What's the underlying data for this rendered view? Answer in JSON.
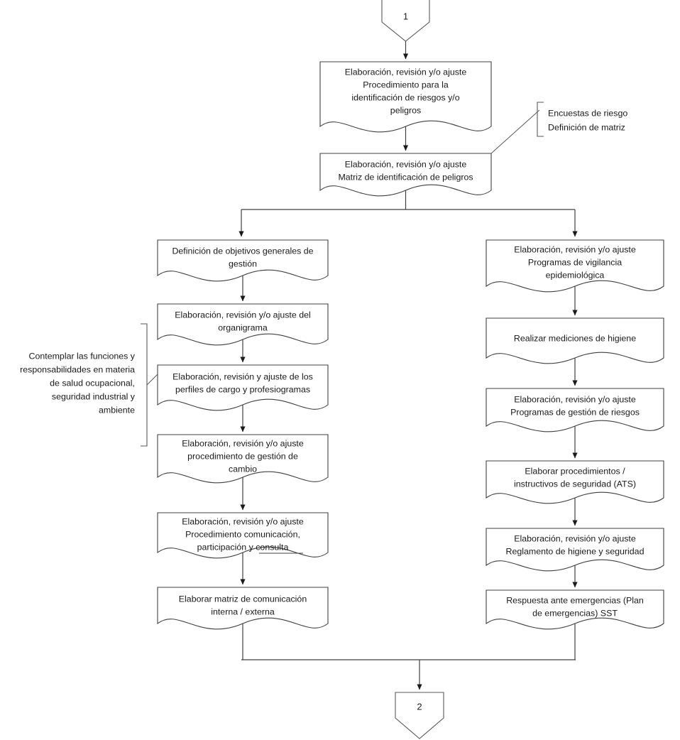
{
  "diagram": {
    "title": "Flujograma SST - continuacion",
    "language": "es",
    "colors": {
      "background": "#ffffff",
      "shape_stroke": "#404040",
      "connector": "#404040",
      "text": "#1a1a1a",
      "bracket": "#595959"
    },
    "connectors": {
      "top": {
        "label": "1",
        "shape": "pentagon-down"
      },
      "bottom": {
        "label": "2",
        "shape": "pentagon-down"
      }
    },
    "top_sequence": [
      {
        "id": "proc-identificacion",
        "shape": "document",
        "lines": [
          "Elaboración, revisión y/o ajuste",
          "Procedimiento para la",
          "identificación de riesgos y/o",
          "peligros"
        ]
      },
      {
        "id": "matriz-peligros",
        "shape": "document",
        "lines": [
          "Elaboración, revisión y/o ajuste",
          "Matriz de identificación de peligros"
        ]
      }
    ],
    "left_branch": [
      {
        "id": "objetivos-generales",
        "shape": "document",
        "lines": [
          "Definición de objetivos generales de",
          "gestión"
        ]
      },
      {
        "id": "organigrama",
        "shape": "document",
        "lines": [
          "Elaboración, revisión y/o ajuste del",
          "organigrama"
        ]
      },
      {
        "id": "perfiles-cargo",
        "shape": "document",
        "lines": [
          "Elaboración, revisión y ajuste de los",
          "perfiles de cargo y profesiogramas"
        ]
      },
      {
        "id": "gestion-cambio",
        "shape": "document",
        "lines": [
          "Elaboración, revisión y/o ajuste",
          "procedimiento de gestión de",
          "cambio"
        ]
      },
      {
        "id": "comunicacion-participacion",
        "shape": "document",
        "lines": [
          "Elaboración, revisión y/o ajuste",
          "Procedimiento comunicación,",
          "participación y consulta"
        ]
      },
      {
        "id": "matriz-comunicacion",
        "shape": "document",
        "lines": [
          "Elaborar matriz de comunicación",
          "interna / externa"
        ]
      }
    ],
    "right_branch": [
      {
        "id": "vigilancia-epidemiologica",
        "shape": "document",
        "lines": [
          "Elaboración, revisión y/o ajuste",
          "Programas de vigilancia",
          "epidemiológica"
        ]
      },
      {
        "id": "mediciones-higiene",
        "shape": "document",
        "lines": [
          "Realizar mediciones de higiene"
        ]
      },
      {
        "id": "programas-gestion-riesgos",
        "shape": "document",
        "lines": [
          "Elaboración, revisión y/o ajuste",
          "Programas de gestión de riesgos"
        ]
      },
      {
        "id": "procedimientos-ats",
        "shape": "document",
        "lines": [
          "Elaborar procedimientos /",
          "instructivos de seguridad (ATS)"
        ]
      },
      {
        "id": "reglamento-higiene",
        "shape": "document",
        "lines": [
          "Elaboración, revisión y/o ajuste",
          "Reglamento de higiene y seguridad"
        ]
      },
      {
        "id": "respuesta-emergencias",
        "shape": "document",
        "lines": [
          "Respuesta ante emergencias (Plan",
          "de emergencias) SST"
        ]
      }
    ],
    "annotations": [
      {
        "id": "nota-encuestas",
        "side": "right",
        "align": "left",
        "lines": [
          "Encuestas de riesgo",
          "Definición de matriz"
        ]
      },
      {
        "id": "nota-funciones",
        "side": "left",
        "align": "right",
        "lines": [
          "Contemplar las funciones y",
          "responsabilidades en materia",
          "de salud ocupacional,",
          "seguridad industrial y",
          "ambiente"
        ]
      }
    ]
  }
}
